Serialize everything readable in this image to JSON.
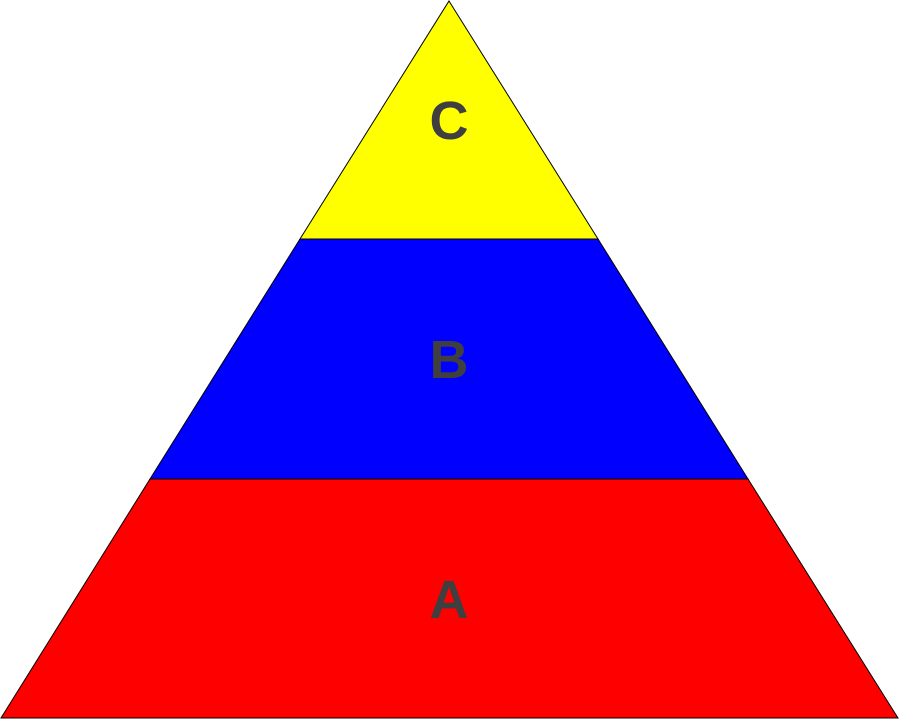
{
  "pyramid": {
    "tiers": [
      {
        "label": "C",
        "color": "#ffff00"
      },
      {
        "label": "B",
        "color": "#0000ff"
      },
      {
        "label": "A",
        "color": "#ff0000"
      }
    ],
    "label_color": "#3f3f3f",
    "outline_color": "#000000"
  }
}
